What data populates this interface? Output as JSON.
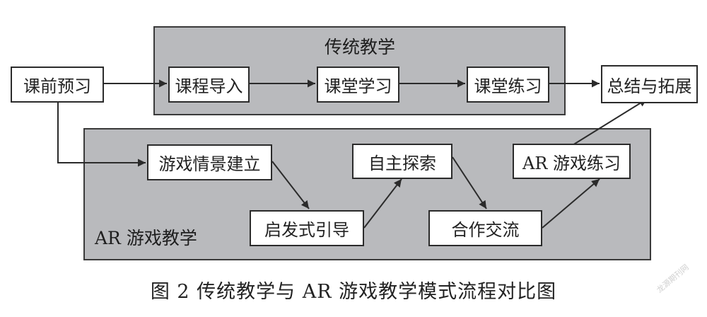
{
  "panels": {
    "traditional": {
      "title": "传统教学"
    },
    "ar": {
      "title": "AR 游戏教学"
    }
  },
  "nodes": {
    "preview": "课前预习",
    "intro": "课程导入",
    "learning": "课堂学习",
    "practice": "课堂练习",
    "summary": "总结与拓展",
    "scene": "游戏情景建立",
    "guide": "启发式引导",
    "explore": "自主探索",
    "exchange": "合作交流",
    "ar_practice": "AR 游戏练习"
  },
  "caption": "图 2   传统教学与 AR 游戏教学模式流程对比图",
  "watermark": "龙源期刊网",
  "colors": {
    "panel_fill": "#b9babd",
    "box_fill": "#ffffff",
    "line": "#2b2b2b"
  }
}
